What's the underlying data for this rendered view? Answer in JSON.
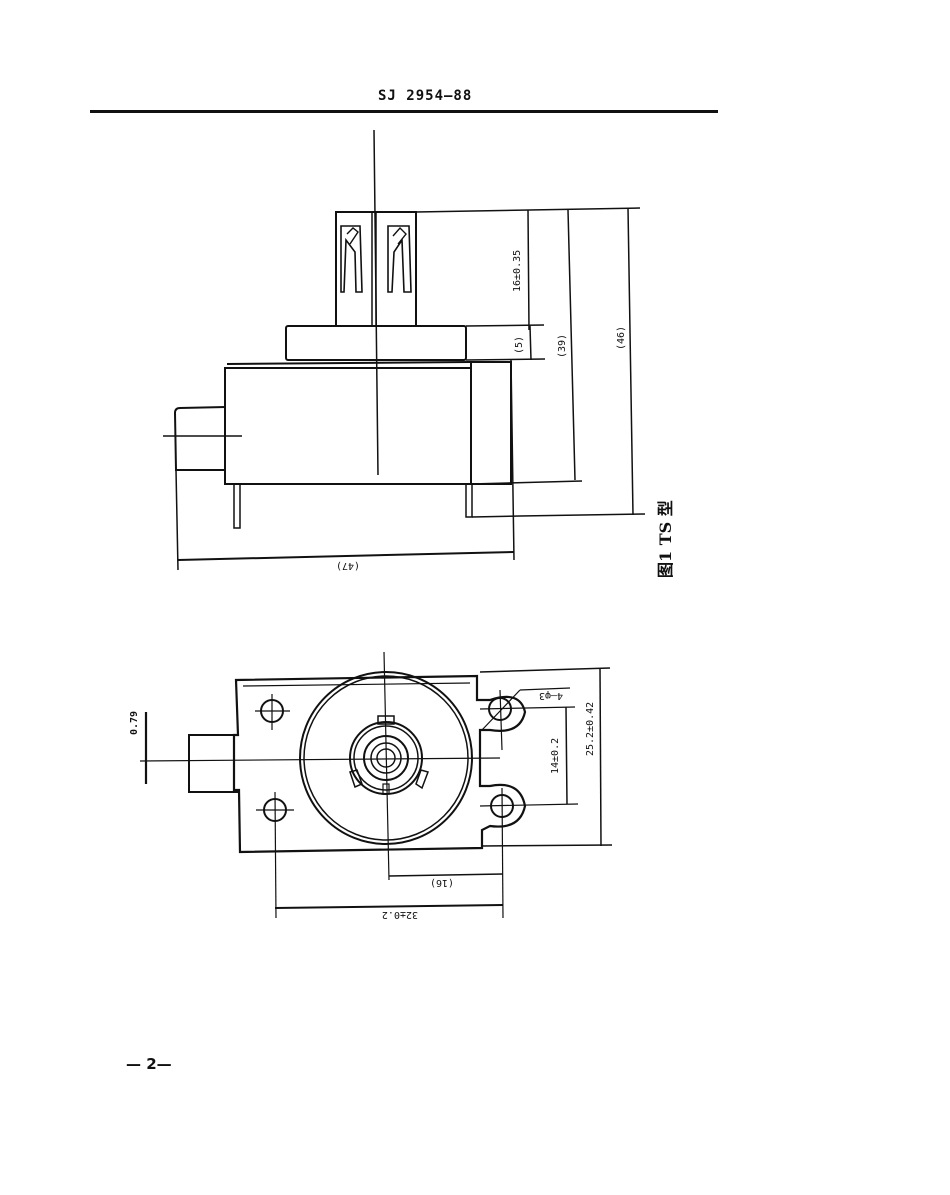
{
  "header": {
    "standard_code": "SJ 2954—88"
  },
  "figure": {
    "caption": "图1 TS 型",
    "side_view": {
      "dims": {
        "terminal_height": "16±0.35",
        "flange": "(5)",
        "body_height": "(39)",
        "overall_height": "(46)",
        "overall_width": "(47)"
      }
    },
    "bottom_view": {
      "dims": {
        "hole_spacing_vertical": "14±0.2",
        "mount_height": "25.2±0.42",
        "hole_diameter": "4—φ3",
        "center_offset": "(16)",
        "hole_spacing_horizontal": "32±0.2",
        "shaft_offset": "0.79"
      }
    }
  },
  "footer": {
    "page_number": "— 2—"
  }
}
